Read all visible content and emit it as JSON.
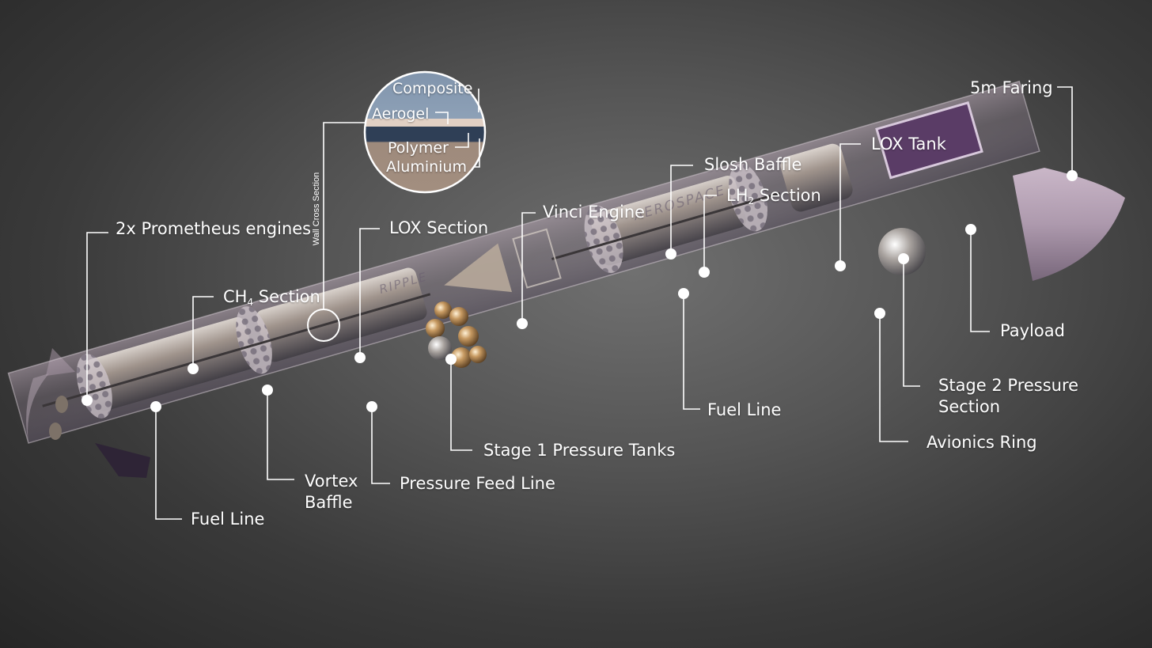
{
  "labels": {
    "prometheus": "2x Prometheus engines",
    "ch4_prefix": "CH",
    "ch4_sub": "4",
    "ch4_suffix": " Section",
    "lox_section": "LOX Section",
    "vinci": "Vinci Engine",
    "slosh": "Slosh Baffle",
    "lh2_prefix": "LH",
    "lh2_sub": "2",
    "lh2_suffix": " Section",
    "lox_tank": "LOX Tank",
    "faring": "5m Faring",
    "payload": "Payload",
    "stage2_line1": "Stage 2 Pressure",
    "stage2_line2": "Section",
    "avionics": "Avionics Ring",
    "fuel_line_right": "Fuel Line",
    "stage1_tanks": "Stage 1 Pressure Tanks",
    "pressure_feed": "Pressure Feed Line",
    "vortex_line1": "Vortex",
    "vortex_line2": "Baffle",
    "fuel_line_left": "Fuel Line",
    "wall_cross": "Wall Cross Section"
  },
  "wall_layers": {
    "composite": "Composite",
    "aerogel": "Aerogel",
    "polymer": "Polymer",
    "aluminium": "Aluminium"
  },
  "hull_text": {
    "ripple": "RIPPLE",
    "aerospace": "AEROSPACE"
  },
  "colors": {
    "background": "#555555",
    "annotation": "#ffffff",
    "payload_block": "#5a3c66",
    "fin": "#2e2436"
  }
}
